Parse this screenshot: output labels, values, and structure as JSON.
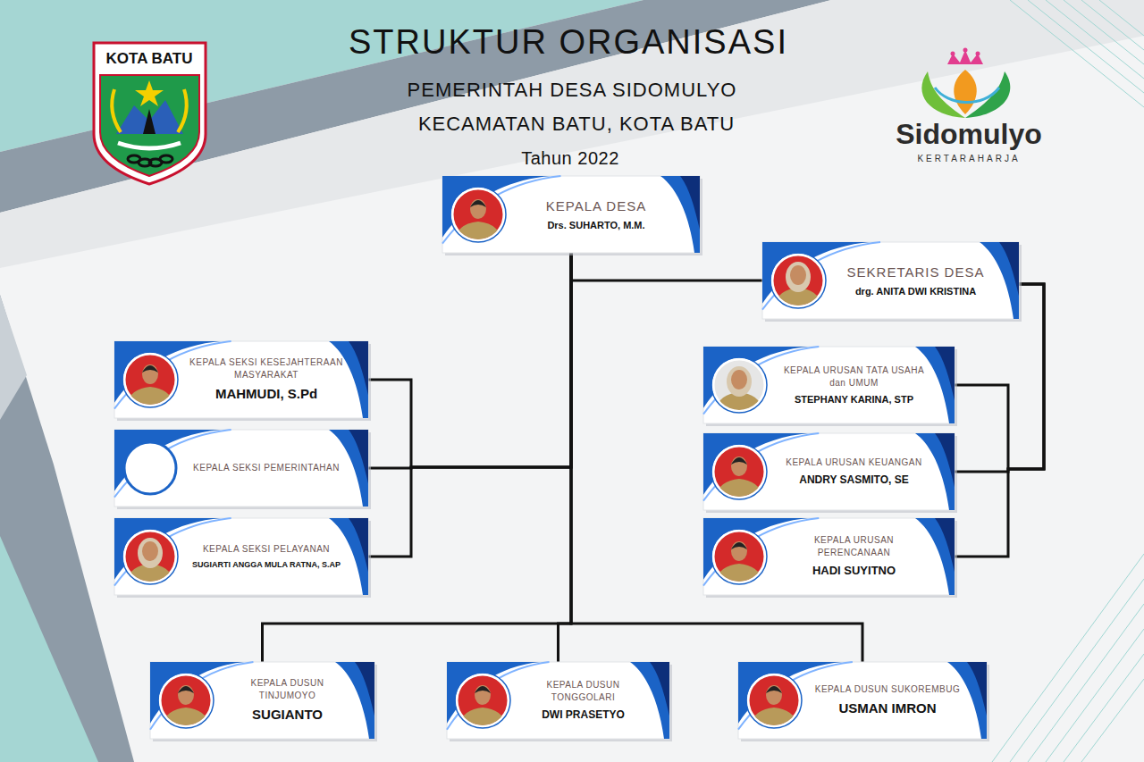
{
  "diagram": {
    "title": "STRUKTUR ORGANISASI",
    "nodes": [
      {
        "text": [
          "KEPALA DESA",
          "Drs. SUHARTO, M.M."
        ]
      },
      {
        "text": [
          "SEKRETARIS DESA",
          "drg. ANITA DWI KRISTINA"
        ]
      },
      {
        "text": [
          "KEPALA SEKSI KESEJAHTERAAN MASYARAKAT",
          "MAHMUDI, S.Pd"
        ]
      },
      {
        "text": [
          "KEPALA URUSAN TATA USAHA dan UMUM",
          "STEPHANY KARINA, STP"
        ]
      },
      {
        "text": [
          "KEPALA SEKSI PEMERINTAHAN"
        ]
      },
      {
        "text": [
          "KEPALA URUSAN KEUANGAN",
          "ANDRY SASMITO, SE"
        ]
      },
      {
        "text": [
          "KEPALA SEKSI PELAYANAN",
          "SUGIARTI ANGGA MULA RATNA, S.AP"
        ]
      },
      {
        "text": [
          "KEPALA URUSAN PERENCANAAN",
          "HADI SUYITNO"
        ]
      },
      {
        "text": [
          "KEPALA DUSUN TINJUMOYO",
          "SUGIANTO"
        ]
      },
      {
        "text": [
          "KEPALA DUSUN TONGGOLARI",
          "DWI PRASETYO"
        ]
      },
      {
        "text": [
          "KEPALA DUSUN SUKOREMBUG",
          "USMAN IMRON"
        ]
      }
    ],
    "edges": [
      {
        "from": 0,
        "to": 1,
        "arrow": "none"
      },
      {
        "from": 0,
        "to": 2,
        "arrow": "none"
      },
      {
        "from": 0,
        "to": 4,
        "arrow": "none"
      },
      {
        "from": 0,
        "to": 6,
        "arrow": "none"
      },
      {
        "from": 1,
        "to": 3,
        "arrow": "none"
      },
      {
        "from": 1,
        "to": 5,
        "arrow": "none"
      },
      {
        "from": 1,
        "to": 7,
        "arrow": "none"
      },
      {
        "from": 0,
        "to": 8,
        "arrow": "none"
      },
      {
        "from": 0,
        "to": 9,
        "arrow": "none"
      },
      {
        "from": 0,
        "to": 10,
        "arrow": "none"
      }
    ],
    "labels": [
      "KOTA BATU",
      "PEMERINTAH DESA SIDOMULYO",
      "KECAMATAN BATU, KOTA BATU",
      "Tahun 2022",
      "Sidomulyo",
      "KERTARAHARJA"
    ]
  }
}
